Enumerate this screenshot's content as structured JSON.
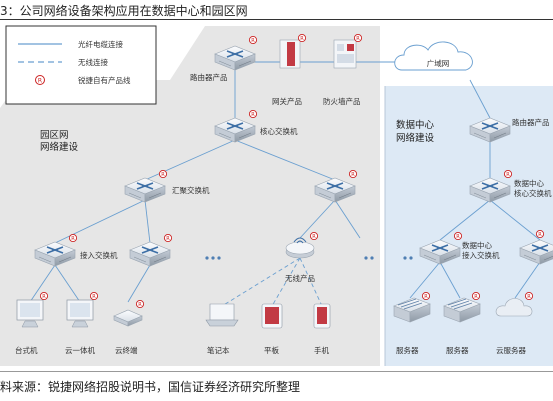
{
  "title": "3：公司网络设备架构应用在数据中心和园区网",
  "source": "料来源：锐捷网络招股说明书，国信证券经济研究所整理",
  "legend": {
    "fiber": "光纤电缆连接",
    "wireless": "无线连接",
    "own": "锐捷自有产品线",
    "badge": "R"
  },
  "zones": {
    "campus_line1": "园区网",
    "campus_line2": "网络建设",
    "dc_line1": "数据中心",
    "dc_line2": "网络建设"
  },
  "labels": {
    "router": "路由器产品",
    "gateway": "网关产品",
    "firewall": "防火墙产品",
    "wan": "广域网",
    "core": "核心交换机",
    "aggregation": "汇聚交换机",
    "access": "接入交换机",
    "wireless": "无线产品",
    "desktop": "台式机",
    "allinone": "云一体机",
    "cloud_terminal": "云终端",
    "laptop": "笔记本",
    "tablet": "平板",
    "phone": "手机",
    "dc_router": "路由器产品",
    "dc_core_1": "数据中心",
    "dc_core_2": "核心交换机",
    "dc_access_1": "数据中心",
    "dc_access_2": "接入交换机",
    "server1": "服务器",
    "server2": "服务器",
    "cloud_server": "云服务器"
  },
  "colors": {
    "campus_bg": "#e6e6e6",
    "dc_bg": "#dde9f5",
    "line": "#6a9fd0",
    "badge": "#cc2222",
    "device_top": "#eef2f7",
    "device_side": "#a9b3bf"
  }
}
